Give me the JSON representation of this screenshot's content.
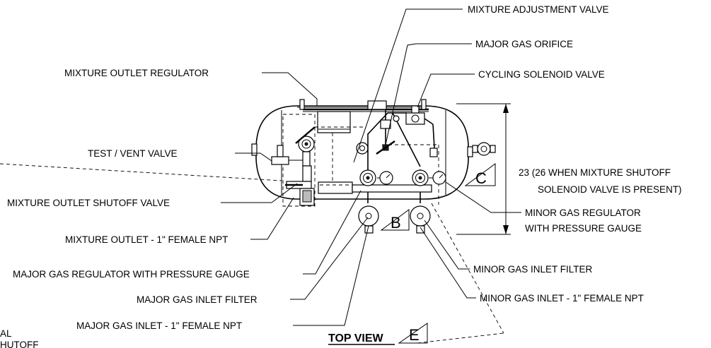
{
  "labels": {
    "mixture_adjustment_valve": "MIXTURE ADJUSTMENT VALVE",
    "major_gas_orifice": "MAJOR GAS ORIFICE",
    "mixture_outlet_regulator": "MIXTURE OUTLET REGULATOR",
    "cycling_solenoid_valve": "CYCLING SOLENOID VALVE",
    "test_vent_valve": "TEST / VENT VALVE",
    "mixture_outlet_shutoff_valve": "MIXTURE OUTLET SHUTOFF VALVE",
    "mixture_outlet": "MIXTURE OUTLET - 1\" FEMALE NPT",
    "major_gas_regulator": "MAJOR GAS REGULATOR WITH PRESSURE GAUGE",
    "major_gas_inlet_filter": "MAJOR GAS INLET FILTER",
    "major_gas_inlet": "MAJOR GAS INLET - 1\" FEMALE NPT",
    "minor_gas_regulator_line1": "MINOR GAS REGULATOR",
    "minor_gas_regulator_line2": "WITH PRESSURE GAUGE",
    "minor_gas_inlet_filter": "MINOR GAS INLET FILTER",
    "minor_gas_inlet": "MINOR GAS INLET - 1\" FEMALE NPT",
    "dimension_line1": "23 (26 WHEN MIXTURE SHUTOFF",
    "dimension_line2": "SOLENOID VALVE IS PRESENT)",
    "top_view": "TOP VIEW",
    "partial_line1": "AL",
    "partial_line2": "HUTOFF"
  },
  "callouts": {
    "c": "C",
    "b": "B",
    "e": "E"
  }
}
